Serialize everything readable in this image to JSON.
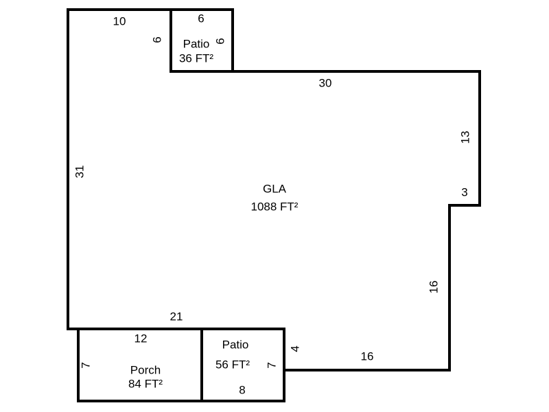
{
  "areas": {
    "gla": {
      "name": "GLA",
      "area": "1088 FT²"
    },
    "patio_top": {
      "name": "Patio",
      "area": "36 FT²"
    },
    "porch": {
      "name": "Porch",
      "area": "84 FT²"
    },
    "patio_bottom": {
      "name": "Patio",
      "area": "56 FT²"
    }
  },
  "dimensions": {
    "gla_top_left": "10",
    "gla_top_right": "30",
    "gla_right_upper": "13",
    "gla_notch": "3",
    "gla_right_lower": "16",
    "gla_bottom_right": "16",
    "gla_step": "4",
    "gla_bottom_left": "21",
    "gla_left": "31",
    "patio_top_top": "6",
    "patio_top_left": "6",
    "patio_top_right": "6",
    "porch_top": "12",
    "porch_left": "7",
    "patio_bottom_right": "7",
    "patio_bottom_bottom": "8"
  }
}
